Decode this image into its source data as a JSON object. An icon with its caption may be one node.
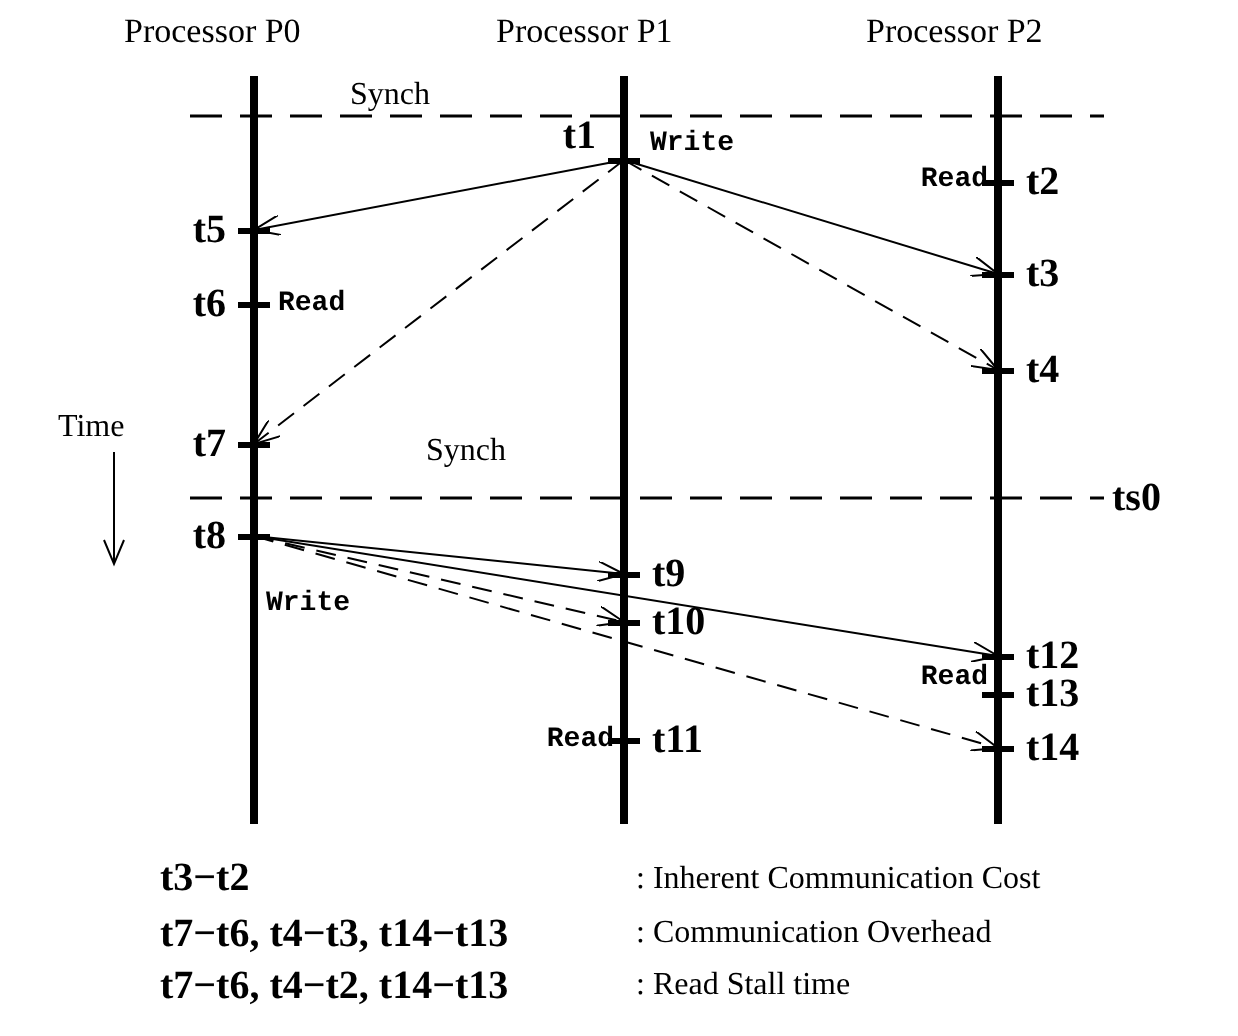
{
  "diagram": {
    "nodes": [
      {
        "text": [
          "t1"
        ],
        "beside": [
          "Write"
        ]
      },
      {
        "text": [
          "t2"
        ],
        "beside": [
          "Read"
        ]
      },
      {
        "text": [
          "t3"
        ]
      },
      {
        "text": [
          "t4"
        ]
      },
      {
        "text": [
          "t5"
        ]
      },
      {
        "text": [
          "t6"
        ],
        "beside": [
          "Read"
        ]
      },
      {
        "text": [
          "t7"
        ]
      },
      {
        "text": [
          "t8"
        ],
        "beside": [
          "Write"
        ]
      },
      {
        "text": [
          "t9"
        ]
      },
      {
        "text": [
          "t10"
        ]
      },
      {
        "text": [
          "t11"
        ],
        "beside": [
          "Read"
        ]
      },
      {
        "text": [
          "t12"
        ]
      },
      {
        "text": [
          "t13"
        ],
        "beside": [
          "Read"
        ]
      },
      {
        "text": [
          "t14"
        ]
      }
    ],
    "edges": [
      {
        "from": 0,
        "to": 4,
        "arrow": "to"
      },
      {
        "from": 0,
        "to": 6,
        "arrow": "to",
        "style": "dashed"
      },
      {
        "from": 0,
        "to": 2,
        "arrow": "to"
      },
      {
        "from": 0,
        "to": 3,
        "arrow": "to",
        "style": "dashed"
      },
      {
        "from": 7,
        "to": 8,
        "arrow": "to"
      },
      {
        "from": 7,
        "to": 9,
        "arrow": "to",
        "style": "dashed"
      },
      {
        "from": 7,
        "to": 11,
        "arrow": "to"
      },
      {
        "from": 7,
        "to": 13,
        "arrow": "to",
        "style": "dashed"
      }
    ],
    "labels": [
      "Processor P0",
      "Processor P1",
      "Processor P2",
      "Synch",
      "Time",
      "Synch",
      "ts0",
      "t3−t2",
      ": Inherent Communication Cost",
      "t7−t6, t4−t3, t14−t13",
      ": Communication Overhead",
      "t7−t6, t4−t2, t14−t13",
      ": Read Stall time"
    ]
  }
}
